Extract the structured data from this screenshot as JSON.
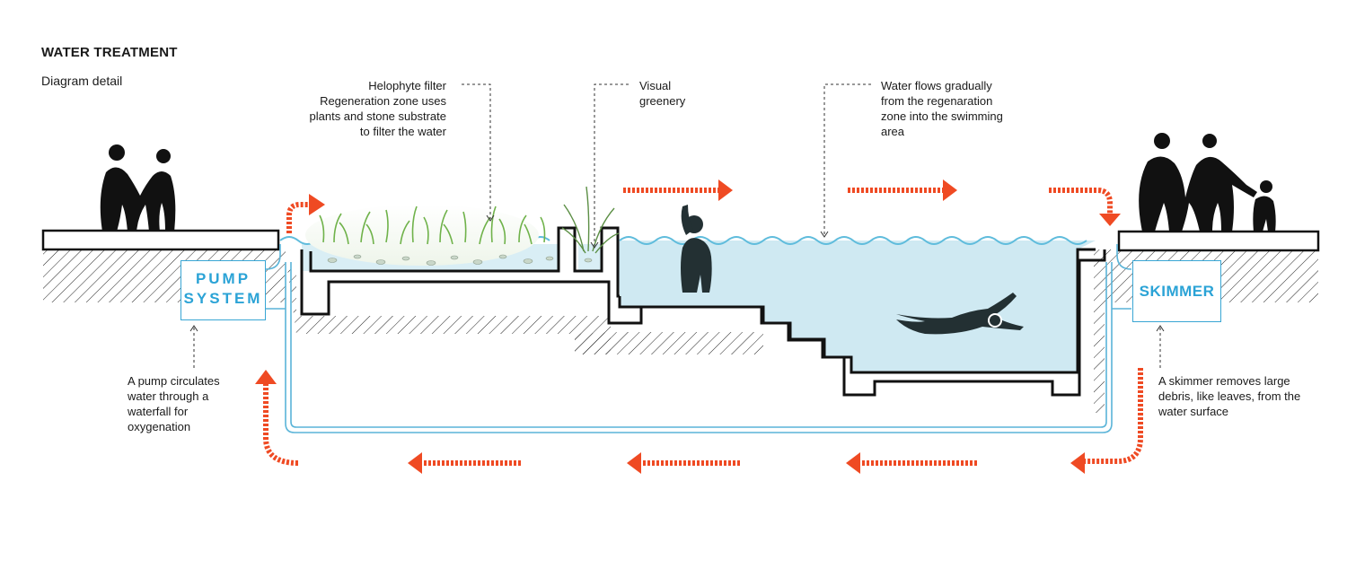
{
  "header": {
    "title": "WATER TREATMENT",
    "subtitle": "Diagram detail"
  },
  "annotations": {
    "helophyte": [
      "Helophyte filter",
      "Regeneration zone uses",
      "plants and stone substrate",
      "to filter the water"
    ],
    "greenery": [
      "Visual",
      "greenery"
    ],
    "flow": [
      "Water flows gradually",
      "from the regenaration",
      "zone into the swimming",
      "area"
    ],
    "pump": [
      "A pump circulates",
      "water through a",
      "waterfall for",
      "oxygenation"
    ],
    "skimmer": [
      "A skimmer removes large",
      "debris, like leaves, from the",
      "water surface"
    ]
  },
  "components": {
    "pump": [
      "PUMP",
      "SYSTEM"
    ],
    "skimmer": "SKIMMER"
  },
  "colors": {
    "water": "#cfe9f2",
    "wave": "#5fbcdc",
    "pipe": "#5ab4d8",
    "arrow": "#ef4a23",
    "label_blue": "#2ba3d6",
    "silhouette": "#111111",
    "swimmer": "#233033",
    "plants": "#6fb24a"
  },
  "icons": [
    "family-silhouette-icon",
    "swimmer-standing-icon",
    "swimmer-floating-icon",
    "flow-arrow-icon"
  ]
}
